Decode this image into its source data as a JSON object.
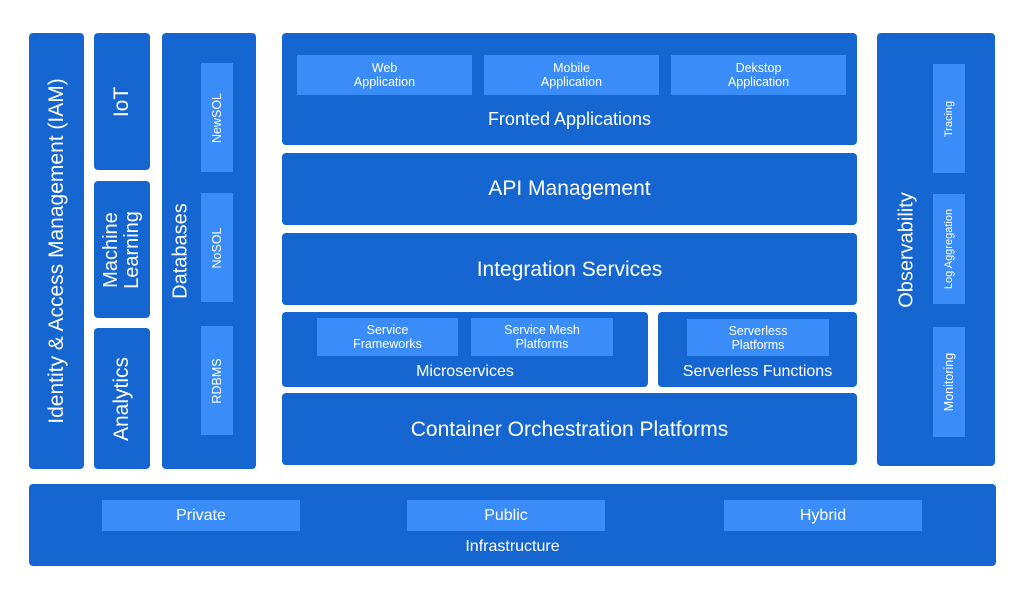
{
  "iam": "Identity & Access Management (IAM)",
  "iot": "IoT",
  "machine_learning": "Machine\nLearning",
  "analytics": "Analytics",
  "databases": {
    "title": "Databases",
    "items": [
      "NewSOL",
      "NoSOL",
      "RDBMS"
    ]
  },
  "frontend": {
    "title": "Fronted Applications",
    "items": [
      "Web\nApplication",
      "Mobile\nApplication",
      "Dekstop\nApplication"
    ]
  },
  "api_management": "API Management",
  "integration_services": "Integration Services",
  "microservices": {
    "title": "Microservices",
    "items": [
      "Service\nFrameworks",
      "Service Mesh\nPlatforms"
    ]
  },
  "serverless": {
    "title": "Serverless Functions",
    "items": [
      "Serverless\nPlatforms"
    ]
  },
  "container_orchestration": "Container Orchestration Platforms",
  "observability": {
    "title": "Observability",
    "items": [
      "Tracing",
      "Log Aggregation",
      "Monitoring"
    ]
  },
  "infrastructure": {
    "title": "Infrastructure",
    "items": [
      "Private",
      "Public",
      "Hybrid"
    ]
  },
  "colors": {
    "block": "#1666d1",
    "sub_block": "#3a8cf8",
    "text": "#ffffff"
  }
}
